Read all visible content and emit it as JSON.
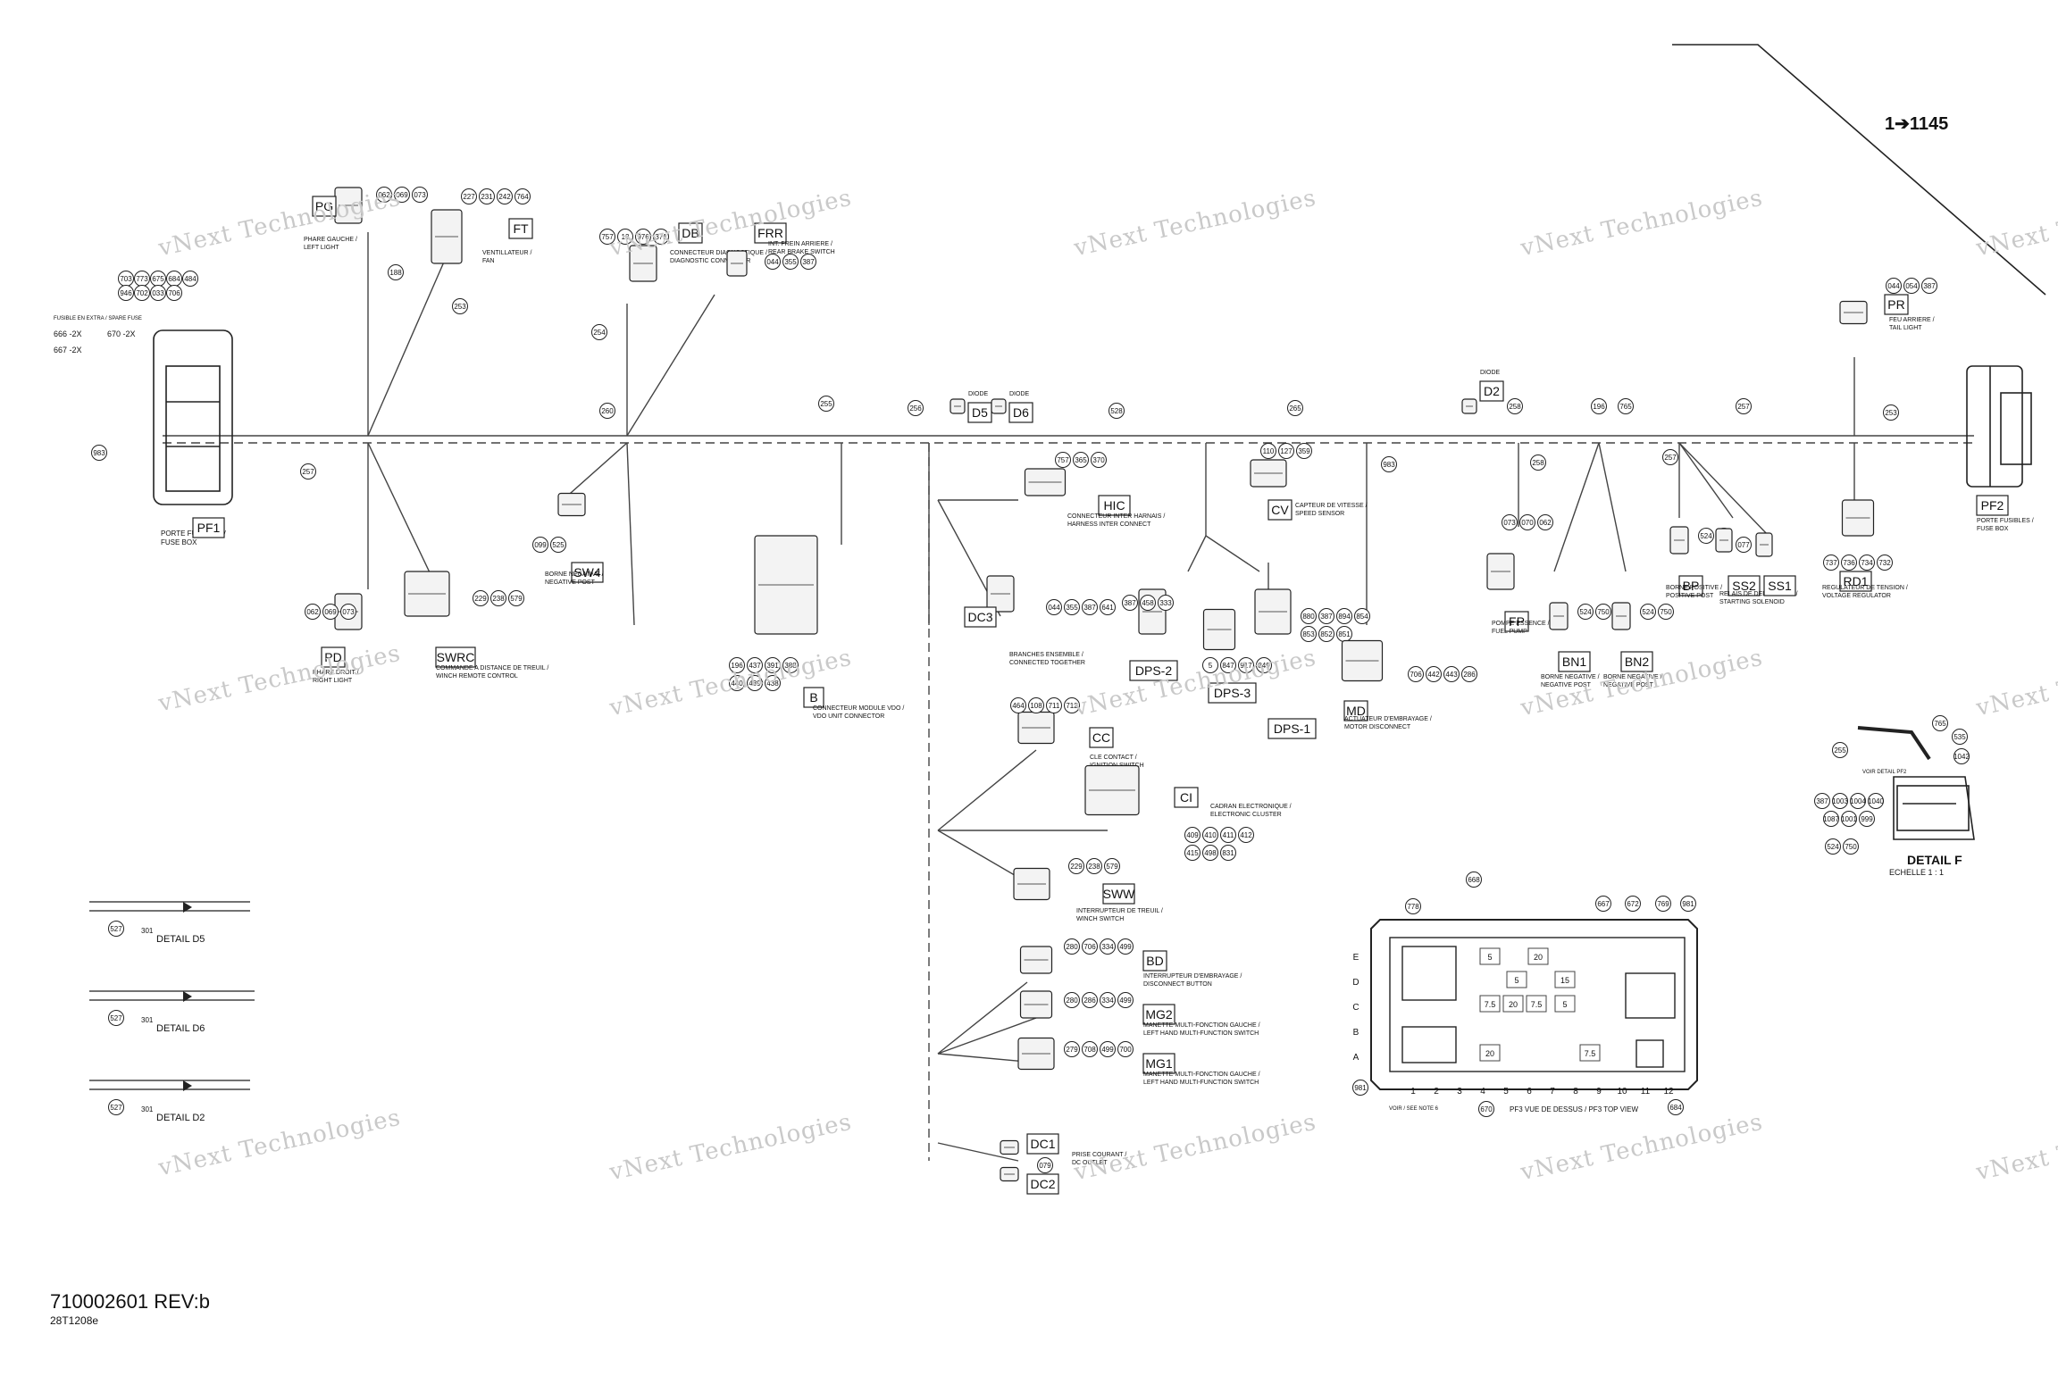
{
  "watermark": "vNext Technologies",
  "document": {
    "part_number": "710002601 REV:b",
    "reference": "28T1208e"
  },
  "callout_arrow": "1➔1145",
  "fuse_box_left": {
    "id": "PF1",
    "label": "PORTE FUSIBLES / FUSE BOX",
    "spare_fuse_label": "FUSIBLE EN EXTRA / SPARE FUSE",
    "spare_items": [
      "666 -2X",
      "670 -2X",
      "667 -2X"
    ],
    "parts_top": [
      "703",
      "773",
      "675",
      "684",
      "484",
      "946",
      "702",
      "033",
      "706"
    ],
    "part_983": "983"
  },
  "components": [
    {
      "id": "PG",
      "desc": "PHARE GAUCHE / LEFT LIGHT",
      "parts": [
        "062",
        "069",
        "073"
      ]
    },
    {
      "id": "FT",
      "desc": "VENTILLATEUR / FAN",
      "parts": [
        "227",
        "231",
        "242",
        "764"
      ]
    },
    {
      "id": "DB",
      "desc": "CONNECTEUR DIAGNOSTIQUE / DIAGNOSTIC CONNECTOR",
      "parts": [
        "757",
        "13",
        "976",
        "371"
      ]
    },
    {
      "id": "FRR",
      "desc": "INT. FREIN ARRIERE / REAR BRAKE SWITCH",
      "parts": [
        "044",
        "355",
        "387"
      ]
    },
    {
      "id": "D5",
      "desc": "DIODE"
    },
    {
      "id": "D6",
      "desc": "DIODE"
    },
    {
      "id": "D2",
      "desc": "DIODE"
    },
    {
      "id": "HIC",
      "desc": "CONNECTEUR INTER HARNAIS / HARNESS INTER CONNECT",
      "parts": [
        "757",
        "365",
        "370"
      ]
    },
    {
      "id": "CV",
      "desc": "CAPTEUR DE VITESSE / SPEED SENSOR",
      "parts": [
        "110",
        "127",
        "359"
      ]
    },
    {
      "id": "PR",
      "desc": "FEU ARRIERE / TAIL LIGHT",
      "parts": [
        "044",
        "054",
        "387"
      ]
    },
    {
      "id": "PF2",
      "desc": "PORTE FUSIBLES / FUSE BOX"
    },
    {
      "id": "PD",
      "desc": "PHARE DROIT / RIGHT LIGHT",
      "parts": [
        "062",
        "069",
        "073"
      ]
    },
    {
      "id": "SWRC",
      "desc": "COMMANDE A DISTANCE DE TREUIL / WINCH REMOTE CONTROL",
      "parts": [
        "229",
        "238",
        "579"
      ]
    },
    {
      "id": "SW4",
      "desc": "BORNE NEGATIVE / NEGATIVE POST",
      "parts": [
        "099",
        "525"
      ]
    },
    {
      "id": "B",
      "desc": "CONNECTEUR MODULE VDO / VDO UNIT CONNECTOR",
      "parts": [
        "196",
        "437",
        "391",
        "388",
        "440",
        "439",
        "438"
      ]
    },
    {
      "id": "DC3",
      "desc": "BRANCHES ENSEMBLE / CONNECTED TOGETHER",
      "parts": [
        "044",
        "355",
        "387",
        "641"
      ]
    },
    {
      "id": "DPS-2",
      "desc": "",
      "parts": [
        "387",
        "458",
        "333"
      ]
    },
    {
      "id": "DPS-3",
      "desc": "",
      "parts": [
        "5",
        "847",
        "917",
        "849"
      ]
    },
    {
      "id": "DPS-1",
      "desc": "",
      "parts": [
        "880",
        "387",
        "894",
        "854",
        "853",
        "852",
        "851"
      ]
    },
    {
      "id": "MD",
      "desc": "ACTUATEUR D'EMBRAYAGE / MOTOR DISCONNECT",
      "parts": [
        "706",
        "442",
        "443",
        "286"
      ]
    },
    {
      "id": "FP",
      "desc": "POMPE ESSENCE / FUEL PUMP",
      "parts": [
        "073",
        "070",
        "062"
      ]
    },
    {
      "id": "BN1",
      "desc": "BORNE NEGATIVE / NEGATIVE POST",
      "parts": [
        "524",
        "750"
      ]
    },
    {
      "id": "BN2",
      "desc": "BORNE NEGATIVE / NEGATIVE POST",
      "parts": [
        "524",
        "750"
      ]
    },
    {
      "id": "BP",
      "desc": "BORNE POSITIVE / POSITIVE POST",
      "parts": [
        "524",
        "750"
      ]
    },
    {
      "id": "SS2",
      "desc": "RELAIS DE DEMARRAGE / STARTING SOLENOID",
      "parts": [
        "077"
      ]
    },
    {
      "id": "SS1",
      "desc": ""
    },
    {
      "id": "RD1",
      "desc": "REGULATEUR DE TENSION / VOLTAGE REGULATOR",
      "parts": [
        "737",
        "736",
        "734",
        "732"
      ]
    },
    {
      "id": "CC",
      "desc": "CLE CONTACT / IGNITION SWITCH",
      "parts": [
        "464",
        "108",
        "711",
        "712"
      ]
    },
    {
      "id": "CI",
      "desc": "CADRAN ELECTRONIQUE / ELECTRONIC CLUSTER",
      "parts": [
        "409",
        "410",
        "411",
        "412",
        "415",
        "498",
        "831"
      ]
    },
    {
      "id": "SWW",
      "desc": "INTERRUPTEUR DE TREUIL / WINCH SWITCH",
      "parts": [
        "229",
        "238",
        "579"
      ]
    },
    {
      "id": "BD",
      "desc": "INTERRUPTEUR D'EMBRAYAGE / DISCONNECT BUTTON",
      "parts": [
        "280",
        "706",
        "334",
        "499"
      ]
    },
    {
      "id": "MG2",
      "desc": "MANETTE MULTI-FONCTION GAUCHE / LEFT HAND MULTI-FUNCTION SWITCH",
      "parts": [
        "280",
        "286",
        "334",
        "499"
      ]
    },
    {
      "id": "MG1",
      "desc": "MANETTE MULTI-FONCTION GAUCHE / LEFT HAND MULTI-FUNCTION SWITCH",
      "parts": [
        "279",
        "708",
        "499",
        "700"
      ]
    },
    {
      "id": "DC1",
      "desc": "PRISE COURANT / DC OUTLET",
      "parts": [
        "079"
      ]
    },
    {
      "id": "DC2",
      "desc": ""
    }
  ],
  "wire_numbers": [
    "188",
    "253",
    "254",
    "257",
    "260",
    "255",
    "256",
    "528",
    "265",
    "258",
    "196",
    "765",
    "257",
    "253",
    "258",
    "983",
    "257"
  ],
  "details": {
    "d5": {
      "title": "DETAIL D5",
      "parts": [
        "527",
        "301"
      ]
    },
    "d6": {
      "title": "DETAIL D6",
      "parts": [
        "527",
        "301"
      ]
    },
    "d2": {
      "title": "DETAIL D2",
      "parts": [
        "527",
        "301"
      ]
    },
    "f": {
      "title": "DETAIL F",
      "scale": "ECHELLE 1 : 1",
      "parts": [
        "765",
        "535",
        "255",
        "1042",
        "387",
        "1003",
        "1004",
        "1040",
        "1087",
        "1001",
        "999",
        "524",
        "750"
      ],
      "note": "VOIR DETAIL PF2"
    }
  },
  "fuse_top_view": {
    "title": "PF3 VUE DE DESSUS / PF3 TOP VIEW",
    "rows": [
      "E",
      "D",
      "C",
      "B",
      "A"
    ],
    "columns": [
      "1",
      "2",
      "3",
      "4",
      "5",
      "6",
      "7",
      "8",
      "9",
      "10",
      "11",
      "12"
    ],
    "callouts": [
      "778",
      "668",
      "667",
      "672",
      "769",
      "981",
      "981",
      "670",
      "684"
    ],
    "fuse_ratings": [
      "5",
      "20",
      "5",
      "15",
      "20",
      "7.5",
      "7.5",
      "5",
      "20",
      "7.5"
    ],
    "note": "VOIR / SEE NOTE 6"
  }
}
